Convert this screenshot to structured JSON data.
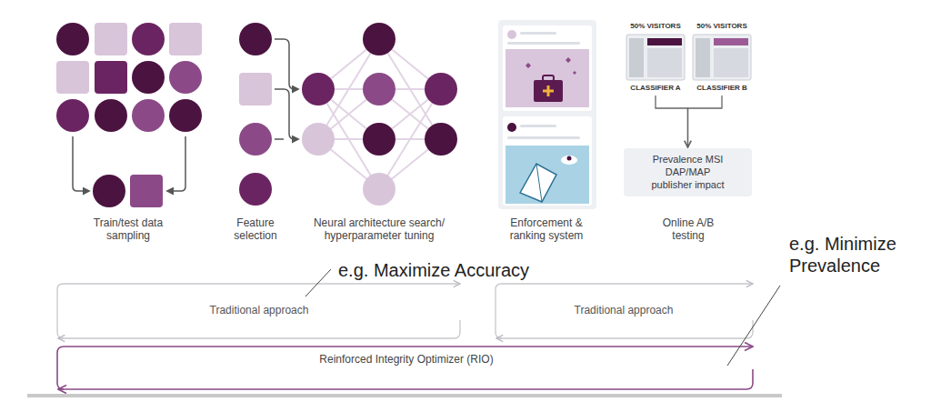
{
  "diagram": {
    "nodes": [
      {
        "text": [
          "50% VISITORS",
          "CLASSIFIER A"
        ]
      },
      {
        "text": [
          "50% VISITORS",
          "CLASSIFIER B"
        ]
      },
      {
        "text": [
          "Prevalence MSI DAP/MAP publisher impact"
        ]
      }
    ],
    "edges": [
      {
        "from": 0,
        "to": 2,
        "arrow": "to"
      },
      {
        "from": 1,
        "to": 2,
        "arrow": "to"
      }
    ],
    "labels": [
      "Train/test data sampling",
      "Feature selection",
      "Neural architecture search/ hyperparameter tuning",
      "Enforcement & ranking system",
      "Online A/B testing",
      "e.g. Maximize Accuracy",
      "Traditional approach",
      "Traditional approach",
      "e.g. Minimize Prevalence",
      "Reinforced Integrity Optimizer (RIO)"
    ]
  }
}
